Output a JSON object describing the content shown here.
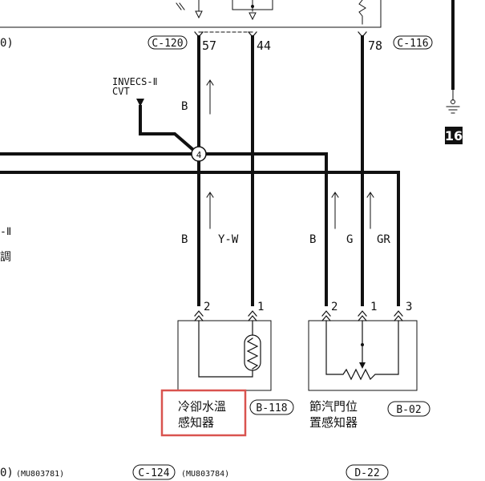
{
  "connectors": {
    "c120": {
      "label": "C-120",
      "pins": [
        "57",
        "44"
      ]
    },
    "c116": {
      "label": "C-116",
      "pin": "78"
    },
    "b118": {
      "label": "B-118",
      "pins": [
        "2",
        "1"
      ]
    },
    "b02": {
      "label": "B-02",
      "pins": [
        "2",
        "1",
        "3"
      ]
    },
    "left_partial": "0)",
    "left_bottom_partial": "0)",
    "c124": "C-124",
    "d22": "D-22"
  },
  "parts": {
    "mu_left": "(MU803781)",
    "mu_mid": "(MU803784)"
  },
  "wires": {
    "b_upper": "B",
    "b_lower": "B",
    "y_w": "Y-W",
    "b_right": "B",
    "g": "G",
    "gr": "GR"
  },
  "labels": {
    "invecs_line1": "INVECS-Ⅱ",
    "invecs_line2": "CVT",
    "junction": "4",
    "left_cut1": "-Ⅱ",
    "left_cut2": "調",
    "ground_ref": "16"
  },
  "sensors": {
    "coolant_line1": "冷卻水溫",
    "coolant_line2": "感知器",
    "throttle_line1": "節汽門位",
    "throttle_line2": "置感知器"
  },
  "colors": {
    "highlight": "#d9534f"
  }
}
